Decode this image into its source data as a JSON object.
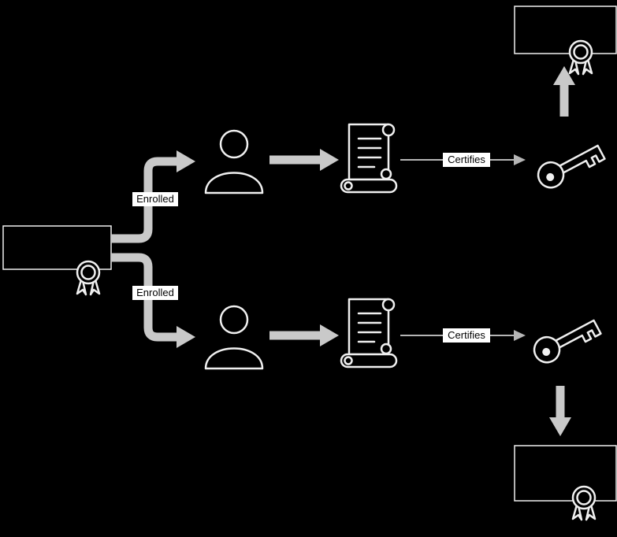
{
  "colors": {
    "background": "#000000",
    "stroke": "#f0f0f0",
    "icon_fill": "#000000",
    "arrow": "#c9c9c9",
    "thin_arrow": "#b5b5b5",
    "label_bg": "#ffffff",
    "label_text": "#000000"
  },
  "labels": {
    "enrolled_top": "Enrolled",
    "enrolled_bottom": "Enrolled",
    "certifies_top": "Certifies",
    "certifies_bottom": "Certifies"
  },
  "icons": {
    "authority_seal": "seal-ribbon-icon",
    "user": "person-icon",
    "certificate": "certificate-scroll-icon",
    "key": "key-icon"
  }
}
